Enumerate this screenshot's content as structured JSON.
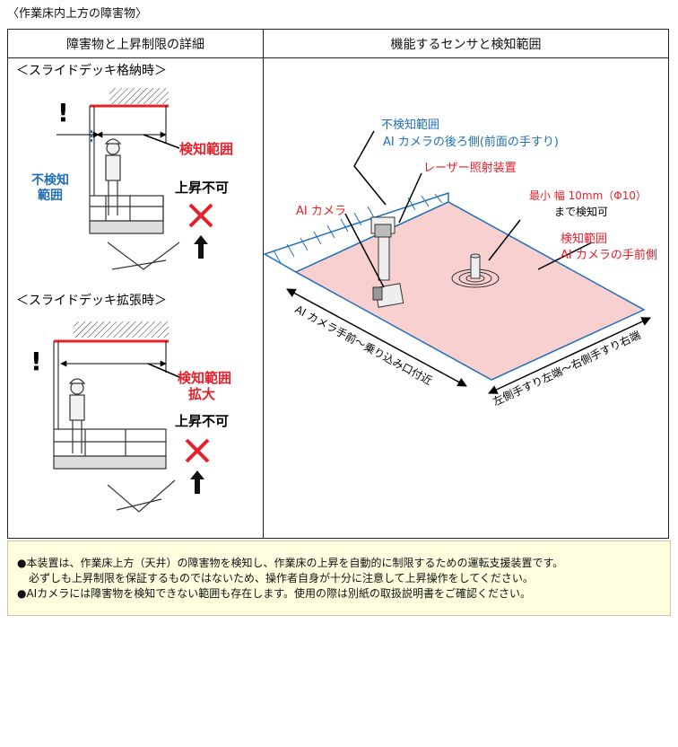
{
  "page": {
    "title": "〈作業床内上方の障害物〉"
  },
  "table": {
    "left_header": "障害物と上昇制限の詳細",
    "right_header": "機能するセンサと検知範囲"
  },
  "left": {
    "retracted": {
      "title": "＜スライドデッキ格納時＞",
      "no_detect_1": "不検知",
      "no_detect_2": "範囲",
      "detect": "検知範囲",
      "rise_no": "上昇不可",
      "caution": "!"
    },
    "extended": {
      "title": "＜スライドデッキ拡張時＞",
      "detect_1": "検知範囲",
      "detect_2": "拡大",
      "rise_no": "上昇不可",
      "caution": "!"
    }
  },
  "right": {
    "no_detect_title": "不検知範囲",
    "no_detect_desc": "AI カメラの後ろ側(前面の手すり)",
    "laser": "レーザー照射装置",
    "camera": "AI カメラ",
    "min_width": "最小 幅 10mm（Φ10）",
    "min_width_2": "まで検知可",
    "detect_title": "検知範囲",
    "detect_desc": "AI カメラの手前側",
    "axis_left": "AI カメラ手前～乗り込み口付近",
    "axis_right": "左側手すり左端～右側手すり右端"
  },
  "notes": {
    "l1": "●本装置は、作業床上方（天井）の障害物を検知し、作業床の上昇を自動的に制限するための運転支援装置です。",
    "l2": "必ずしも上昇制限を保証するものではないため、操作者自身が十分に注意して上昇操作をしてください。",
    "l3": "●AIカメラには障害物を検知できない範囲も存在します。使用の際は別紙の取扱説明書をご確認ください。"
  },
  "colors": {
    "red": "#e8202a",
    "blue": "#1f6fb8",
    "pink": "#f9d0d0",
    "note_bg": "#ffffe0"
  }
}
